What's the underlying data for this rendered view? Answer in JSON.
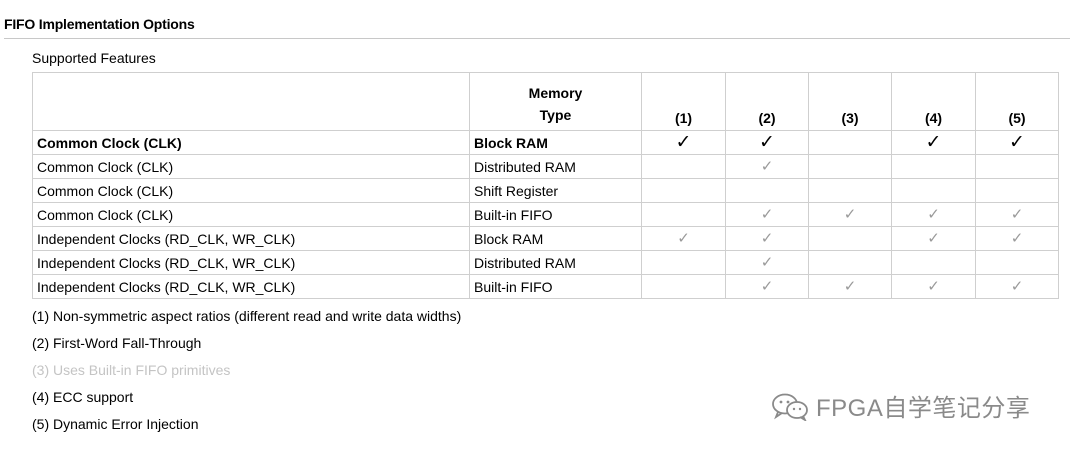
{
  "section": {
    "title": "FIFO Implementation Options",
    "group_label": "Supported Features"
  },
  "table": {
    "header": {
      "memory_type_line1": "Memory",
      "memory_type_line2": "Type",
      "columns": [
        "(1)",
        "(2)",
        "(3)",
        "(4)",
        "(5)"
      ]
    },
    "check_glyph": "✓",
    "rows": [
      {
        "clock": "Common Clock (CLK)",
        "memory": "Block RAM",
        "bold": true,
        "checks": [
          true,
          true,
          false,
          true,
          true
        ]
      },
      {
        "clock": "Common Clock (CLK)",
        "memory": "Distributed RAM",
        "bold": false,
        "checks": [
          false,
          true,
          false,
          false,
          false
        ]
      },
      {
        "clock": "Common Clock (CLK)",
        "memory": "Shift Register",
        "bold": false,
        "checks": [
          false,
          false,
          false,
          false,
          false
        ]
      },
      {
        "clock": "Common Clock (CLK)",
        "memory": "Built-in FIFO",
        "bold": false,
        "checks": [
          false,
          true,
          true,
          true,
          true
        ]
      },
      {
        "clock": "Independent Clocks (RD_CLK, WR_CLK)",
        "memory": "Block RAM",
        "bold": false,
        "checks": [
          true,
          true,
          false,
          true,
          true
        ]
      },
      {
        "clock": "Independent Clocks (RD_CLK, WR_CLK)",
        "memory": "Distributed RAM",
        "bold": false,
        "checks": [
          false,
          true,
          false,
          false,
          false
        ]
      },
      {
        "clock": "Independent Clocks (RD_CLK, WR_CLK)",
        "memory": "Built-in FIFO",
        "bold": false,
        "checks": [
          false,
          true,
          true,
          true,
          true
        ]
      }
    ]
  },
  "notes": [
    {
      "text": "(1) Non-symmetric aspect ratios (different read and write data widths)",
      "dim": false
    },
    {
      "text": "(2) First-Word Fall-Through",
      "dim": false
    },
    {
      "text": "(3) Uses Built-in FIFO primitives",
      "dim": true
    },
    {
      "text": "(4) ECC support",
      "dim": false
    },
    {
      "text": "(5) Dynamic Error Injection",
      "dim": false
    }
  ],
  "watermark": {
    "icon": "wechat-icon",
    "text": "FPGA自学笔记分享"
  },
  "colors": {
    "border": "#cfcfcf",
    "light_check": "#9a9a9a",
    "dim_note": "#c4c4c4",
    "watermark": "#8a8a8a"
  }
}
